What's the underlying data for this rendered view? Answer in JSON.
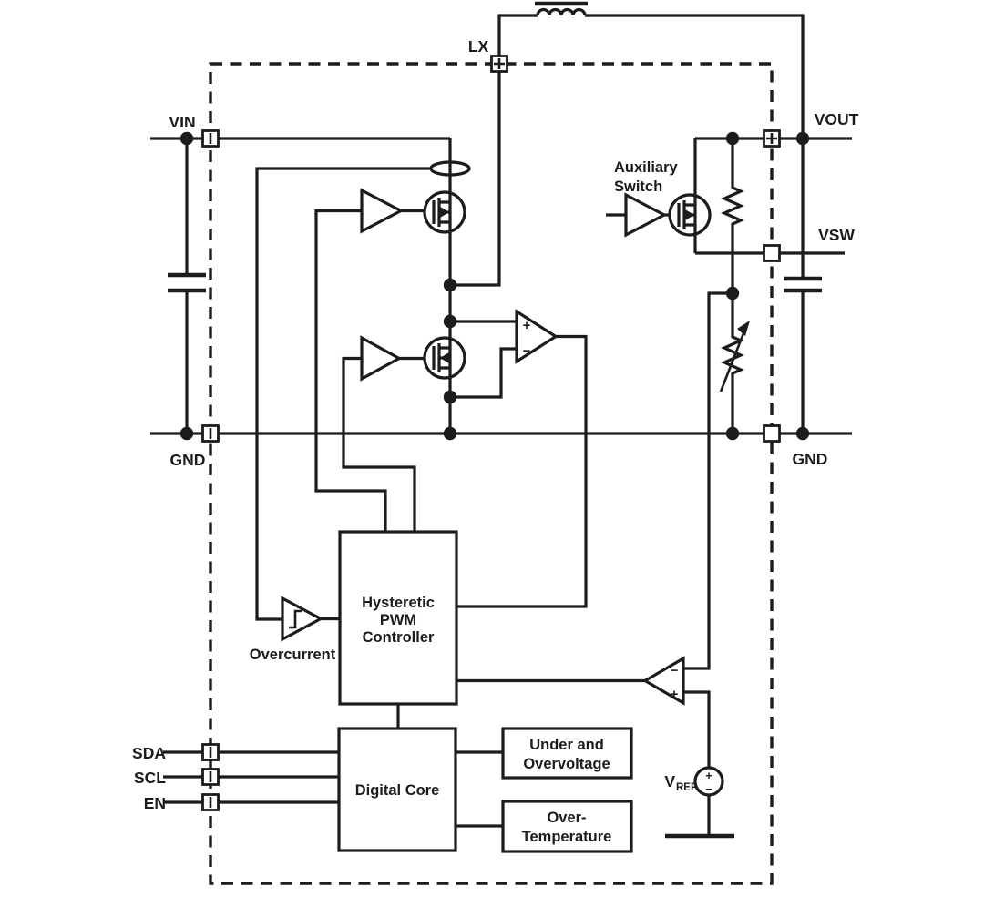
{
  "colors": {
    "ink": "#1c1c1c",
    "background": "#ffffff"
  },
  "pins": {
    "vin": "VIN",
    "lx": "LX",
    "vout": "VOUT",
    "vsw": "VSW",
    "gnd_left": "GND",
    "gnd_right": "GND",
    "sda": "SDA",
    "scl": "SCL",
    "en": "EN"
  },
  "blocks": {
    "pwm_line1": "Hysteretic",
    "pwm_line2": "PWM",
    "pwm_line3": "Controller",
    "digital_core": "Digital Core",
    "uvov_line1": "Under and",
    "uvov_line2": "Overvoltage",
    "ot_line1": "Over-",
    "ot_line2": "Temperature"
  },
  "labels": {
    "aux_line1": "Auxiliary",
    "aux_line2": "Switch",
    "overcurrent": "Overcurrent",
    "vref_main": "V",
    "vref_sub": "REF"
  },
  "signs": {
    "zc_plus": "+",
    "zc_minus": "−",
    "fb_minus": "−",
    "fb_plus": "+",
    "vref_plus": "+",
    "vref_minus": "−"
  }
}
